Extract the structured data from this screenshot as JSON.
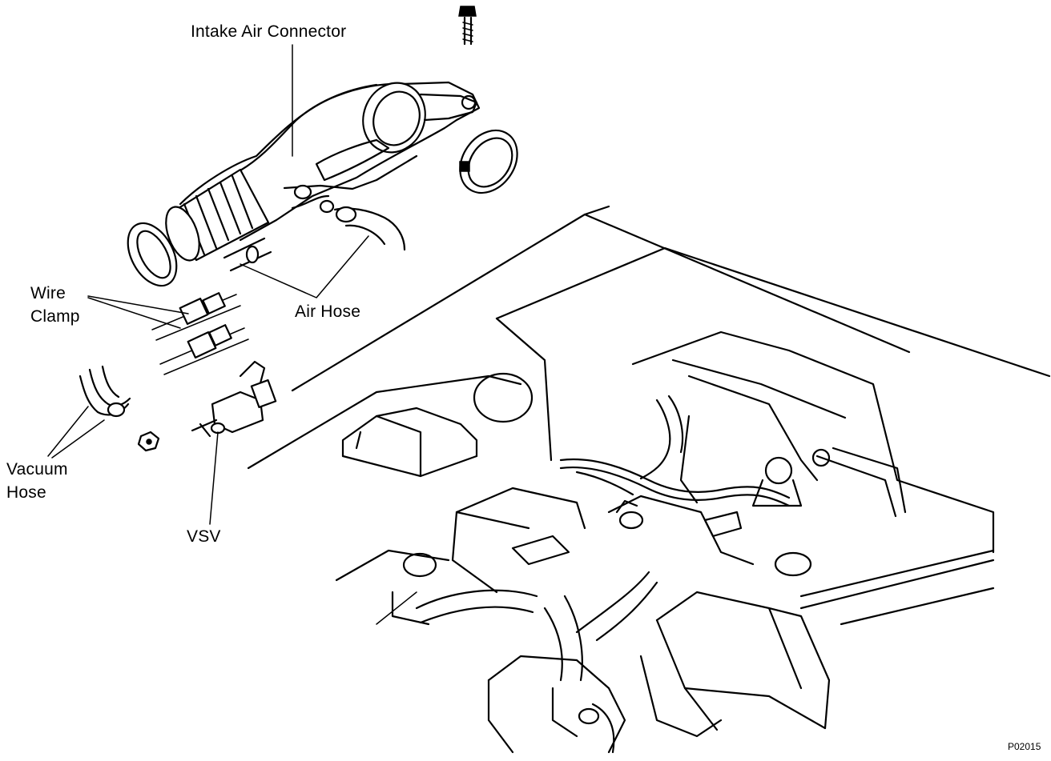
{
  "labels": {
    "intake_air_connector": "Intake Air Connector",
    "air_hose": "Air Hose",
    "wire_clamp": "Wire\nClamp",
    "vacuum_hose": "Vacuum\nHose",
    "vsv": "VSV"
  },
  "figure_code": "P02015",
  "colors": {
    "ink": "#000000",
    "paper": "#ffffff"
  }
}
